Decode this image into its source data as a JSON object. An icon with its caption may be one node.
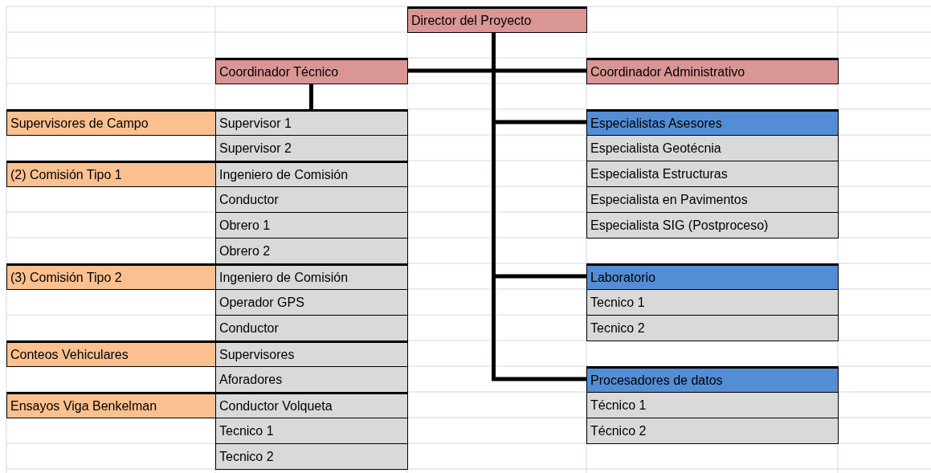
{
  "diagram": {
    "nodes": [
      {
        "text": [
          "Director del Proyecto"
        ]
      },
      {
        "text": [
          "Coordinador Técnico"
        ]
      },
      {
        "text": [
          "Coordinador Administrativo"
        ]
      },
      {
        "text": [
          "Supervisores de Campo"
        ]
      },
      {
        "text": [
          "Supervisor 1"
        ]
      },
      {
        "text": [
          "Especialistas Asesores"
        ]
      },
      {
        "text": [
          "Supervisor 2"
        ]
      },
      {
        "text": [
          "Especialista Geotécnia"
        ]
      },
      {
        "text": [
          "(2) Comisión Tipo 1"
        ]
      },
      {
        "text": [
          "Ingeniero de Comisión"
        ]
      },
      {
        "text": [
          "Especialista Estructuras"
        ]
      },
      {
        "text": [
          "Conductor"
        ]
      },
      {
        "text": [
          "Especialista en Pavimentos"
        ]
      },
      {
        "text": [
          "Obrero 1"
        ]
      },
      {
        "text": [
          "Especialista SIG (Postproceso)"
        ]
      },
      {
        "text": [
          "Obrero 2"
        ]
      },
      {
        "text": [
          "(3) Comisión Tipo 2"
        ]
      },
      {
        "text": [
          "Ingeniero de Comisión"
        ]
      },
      {
        "text": [
          "Laboratorio"
        ]
      },
      {
        "text": [
          "Operador GPS"
        ]
      },
      {
        "text": [
          "Tecnico 1"
        ]
      },
      {
        "text": [
          "Conductor"
        ]
      },
      {
        "text": [
          "Tecnico 2"
        ]
      },
      {
        "text": [
          "Conteos Vehiculares"
        ]
      },
      {
        "text": [
          "Supervisores"
        ]
      },
      {
        "text": [
          "Aforadores"
        ]
      },
      {
        "text": [
          "Procesadores de datos"
        ]
      },
      {
        "text": [
          "Ensayos Viga Benkelman"
        ]
      },
      {
        "text": [
          "Conductor Volqueta"
        ]
      },
      {
        "text": [
          "Técnico 1"
        ]
      },
      {
        "text": [
          "Tecnico 1"
        ]
      },
      {
        "text": [
          "Técnico 2"
        ]
      },
      {
        "text": [
          "Tecnico 2"
        ]
      }
    ],
    "edges": [
      {
        "from": 0,
        "to": 1,
        "arrow": "none"
      },
      {
        "from": 0,
        "to": 2,
        "arrow": "none"
      },
      {
        "from": 1,
        "to": 4,
        "arrow": "none"
      },
      {
        "from": 0,
        "to": 5,
        "arrow": "none"
      },
      {
        "from": 0,
        "to": 18,
        "arrow": "none"
      },
      {
        "from": 0,
        "to": 26,
        "arrow": "none"
      }
    ]
  }
}
